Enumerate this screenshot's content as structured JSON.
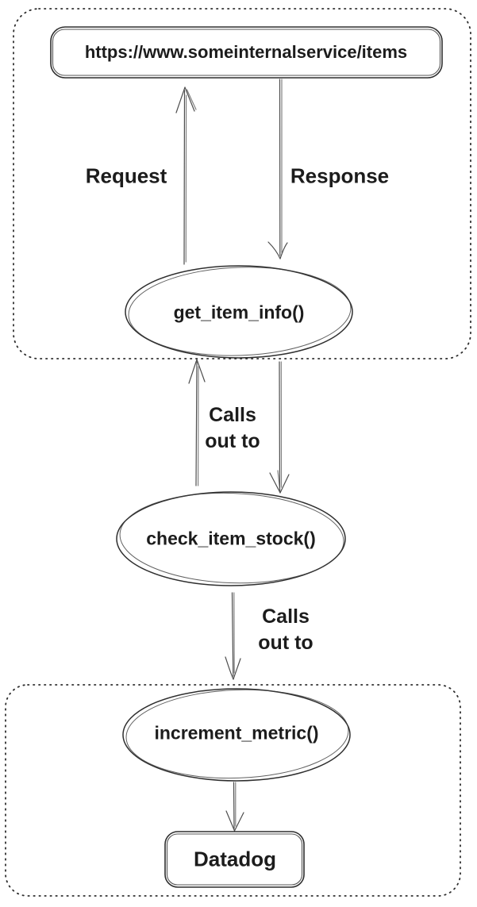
{
  "diagram": {
    "background": "#ffffff",
    "stroke_color": "#2e2e2e",
    "arrow_color": "#4d4d4d",
    "text_color": "#1c1c1c",
    "containers": [
      {
        "name": "internal-service-boundary",
        "style": "dotted-rounded-rectangle"
      },
      {
        "name": "datadog-boundary",
        "style": "dotted-rounded-rectangle"
      }
    ],
    "nodes": {
      "service_url": {
        "label": "https://www.someinternalservice/items",
        "shape": "rounded-rectangle"
      },
      "get_item_info": {
        "label": "get_item_info()",
        "shape": "ellipse"
      },
      "check_item_stock": {
        "label": "check_item_stock()",
        "shape": "ellipse"
      },
      "increment_metric": {
        "label": "increment_metric()",
        "shape": "ellipse"
      },
      "datadog": {
        "label": "Datadog",
        "shape": "rounded-rectangle"
      }
    },
    "edges": {
      "request": {
        "label": "Request",
        "from": "get_item_info",
        "to": "service_url"
      },
      "response": {
        "label": "Response",
        "from": "service_url",
        "to": "get_item_info"
      },
      "get_to_check": {
        "label": "Calls\nout to",
        "from": "get_item_info",
        "to": "check_item_stock"
      },
      "check_to_get": {
        "label": "",
        "from": "check_item_stock",
        "to": "get_item_info"
      },
      "check_to_increment": {
        "label": "Calls\nout to",
        "from": "check_item_stock",
        "to": "increment_metric"
      },
      "increment_to_datadog": {
        "label": "",
        "from": "increment_metric",
        "to": "datadog"
      }
    }
  }
}
